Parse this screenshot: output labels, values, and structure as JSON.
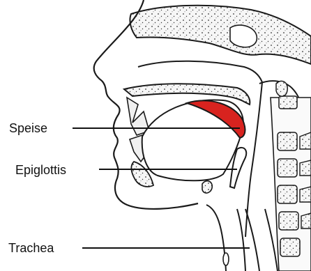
{
  "labels": {
    "speise": "Speise",
    "epiglottis": "Epiglottis",
    "trachea": "Trachea"
  },
  "colors": {
    "bolus": "#d8231f",
    "outline": "#1a1a1a",
    "bone_fill": "#f4f4f4"
  }
}
